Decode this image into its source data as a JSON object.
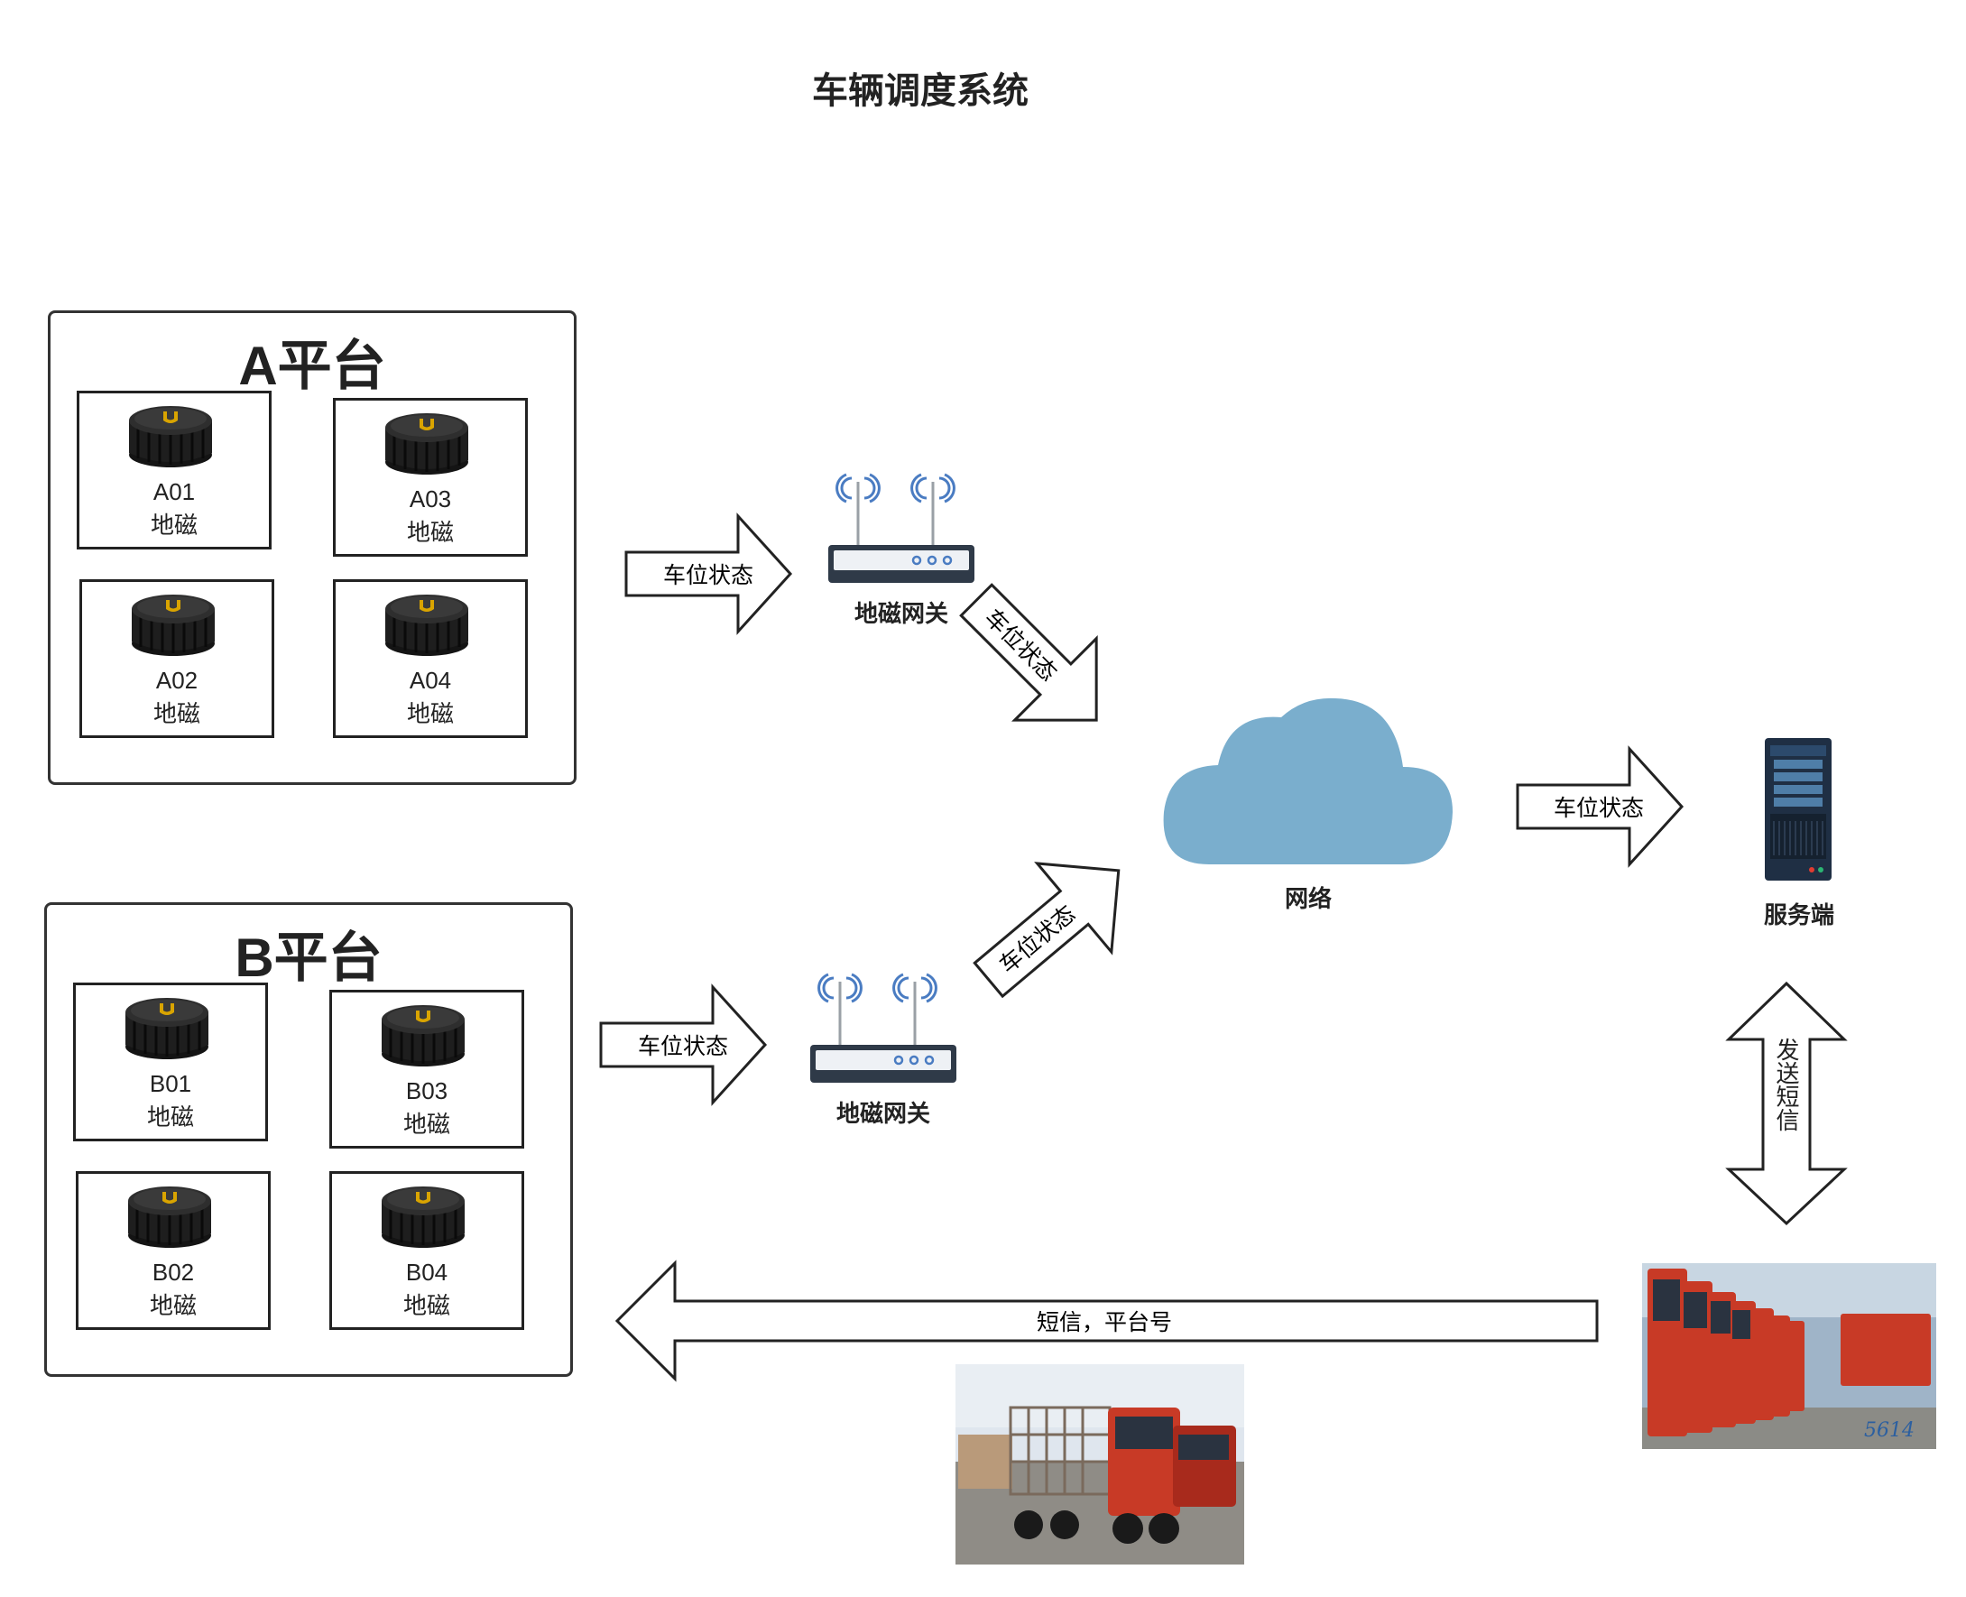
{
  "title": "车辆调度系统",
  "platforms": [
    {
      "name": "A平台",
      "sensors": [
        {
          "id": "A01",
          "type": "地磁"
        },
        {
          "id": "A03",
          "type": "地磁"
        },
        {
          "id": "A02",
          "type": "地磁"
        },
        {
          "id": "A04",
          "type": "地磁"
        }
      ]
    },
    {
      "name": "B平台",
      "sensors": [
        {
          "id": "B01",
          "type": "地磁"
        },
        {
          "id": "B03",
          "type": "地磁"
        },
        {
          "id": "B02",
          "type": "地磁"
        },
        {
          "id": "B04",
          "type": "地磁"
        }
      ]
    }
  ],
  "nodes": {
    "gateway_a": "地磁网关",
    "gateway_b": "地磁网关",
    "network": "网络",
    "server": "服务端"
  },
  "arrows": {
    "a_to_gateway": "车位状态",
    "b_to_gateway": "车位状态",
    "gateway_a_to_network": "车位状态",
    "gateway_b_to_network": "车位状态",
    "network_to_server": "车位状态",
    "server_sms": "发送短信",
    "trucks_to_platform": "短信，平台号"
  },
  "colors": {
    "cloud": "#7aaecd",
    "router_blue": "#4a7cc2",
    "server_body": "#1f2f44",
    "truck_red": "#c83a26"
  },
  "icons": [
    "geomagnetic-sensor-icon",
    "router-icon",
    "cloud-icon",
    "server-icon",
    "truck-photo"
  ]
}
